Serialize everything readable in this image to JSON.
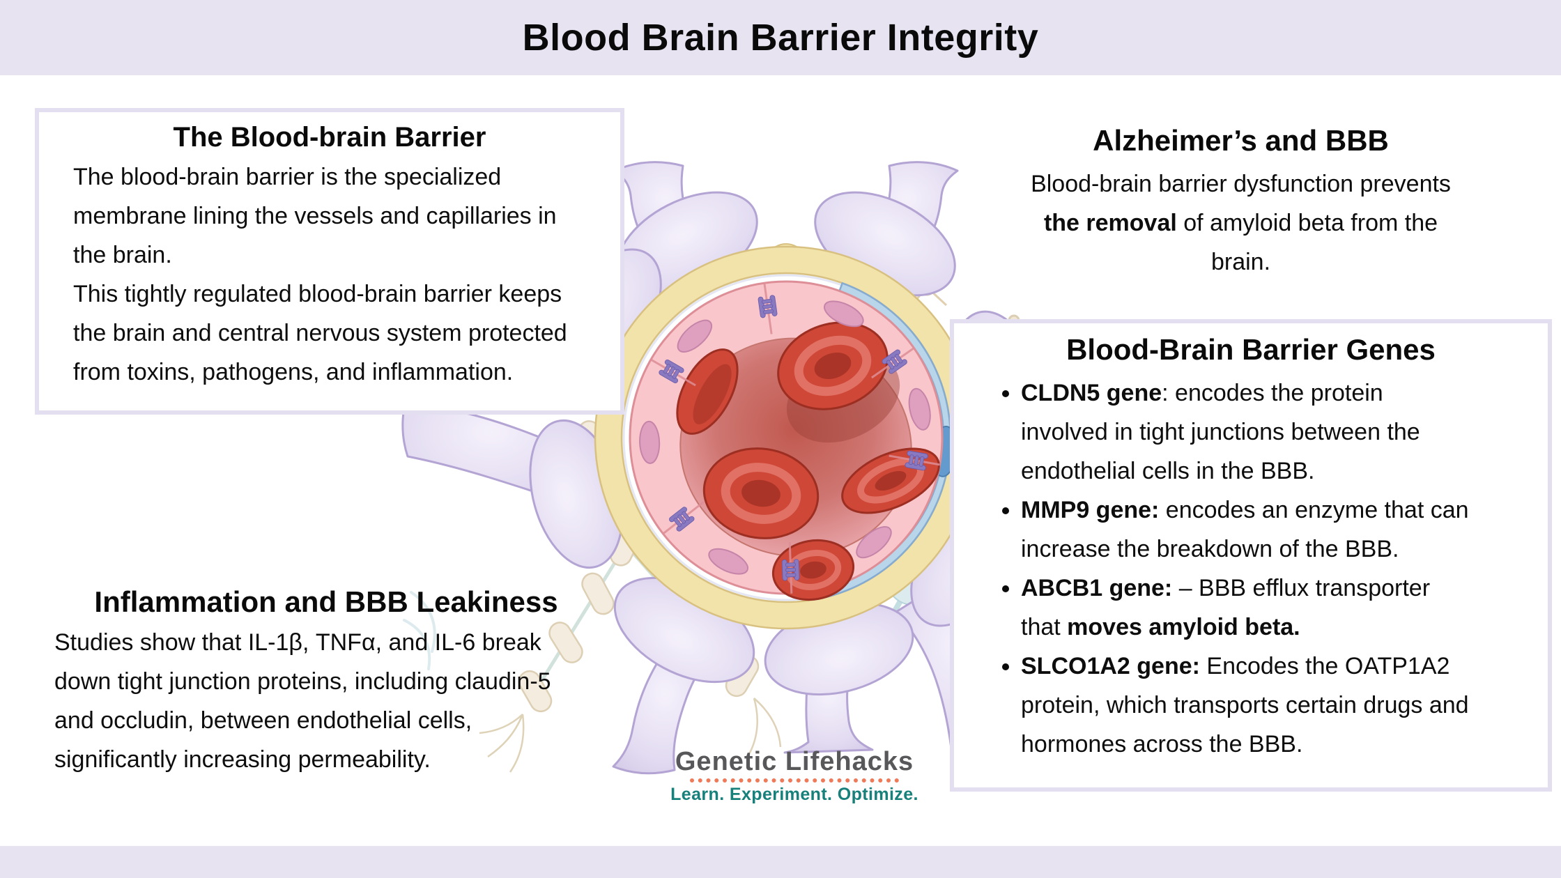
{
  "page": {
    "title": "Blood Brain Barrier Integrity",
    "band_color": "#e7e3f1",
    "background": "#ffffff"
  },
  "sections": {
    "bbb": {
      "title": "The Blood-brain Barrier",
      "p1": "The blood-brain barrier is the specialized membrane lining the vessels and capillaries in the brain.",
      "p2": "This tightly regulated blood-brain barrier keeps the brain and central nervous system protected from toxins, pathogens, and inflammation."
    },
    "alzheimers": {
      "title": "Alzheimer’s and BBB",
      "pre": "Blood-brain barrier dysfunction prevents ",
      "bold": "the removal",
      "post": " of amyloid beta from the brain."
    },
    "genes": {
      "title": "Blood-Brain Barrier Genes",
      "bullets": [
        {
          "lead": "CLDN5  gene",
          "mid": ": encodes the protein involved in tight junctions between the endothelial cells in the BBB.",
          "tail": ""
        },
        {
          "lead": "MMP9 gene:",
          "mid": " encodes an enzyme that can increase the breakdown of the BBB.",
          "tail": ""
        },
        {
          "lead": "ABCB1 gene:",
          "mid": " – BBB efflux transporter that ",
          "tail": "moves amyloid beta."
        },
        {
          "lead": "SLCO1A2  gene:",
          "mid": " Encodes the OATP1A2 protein, which transports certain drugs and hormones across the BBB.",
          "tail": ""
        }
      ]
    },
    "inflammation": {
      "title": "Inflammation and BBB Leakiness",
      "body": "Studies show that IL-1β, TNFα, and IL-6 break down tight junction proteins, including claudin-5 and occludin, between endothelial cells, significantly increasing permeability."
    }
  },
  "logo": {
    "name": "Genetic Lifehacks",
    "tagline": "Learn. Experiment. Optimize.",
    "name_color": "#58585a",
    "tagline_color": "#17807b",
    "dots_color": "#ef7a5a"
  },
  "illustration": {
    "subject": "brain capillary cross-section with astrocyte end-feet, basement membrane, pericyte, endothelial cells, tight junctions and red blood cells",
    "colors": {
      "astrocyte_foot": "#e4ddf2",
      "astrocyte_outline": "#b3a4d4",
      "basement_membrane": "#f2e3ab",
      "basement_outline": "#d8c180",
      "pericyte": "#b8d5e9",
      "pericyte_nucleus": "#639bce",
      "endothelium": "#f9c6cb",
      "endothelium_outline": "#dd8e96",
      "endothelial_nucleus": "#dfa0bf",
      "tight_junction": "#8879c1",
      "lumen_edge": "#eba9ae",
      "lumen_center": "#c0594f",
      "rbc": "#ce4737",
      "rbc_dark": "#a93427",
      "neuron_beige": "#efe5d0",
      "myelin": "#f4edde",
      "astrocyte_teal": "#d6e9ec"
    }
  }
}
